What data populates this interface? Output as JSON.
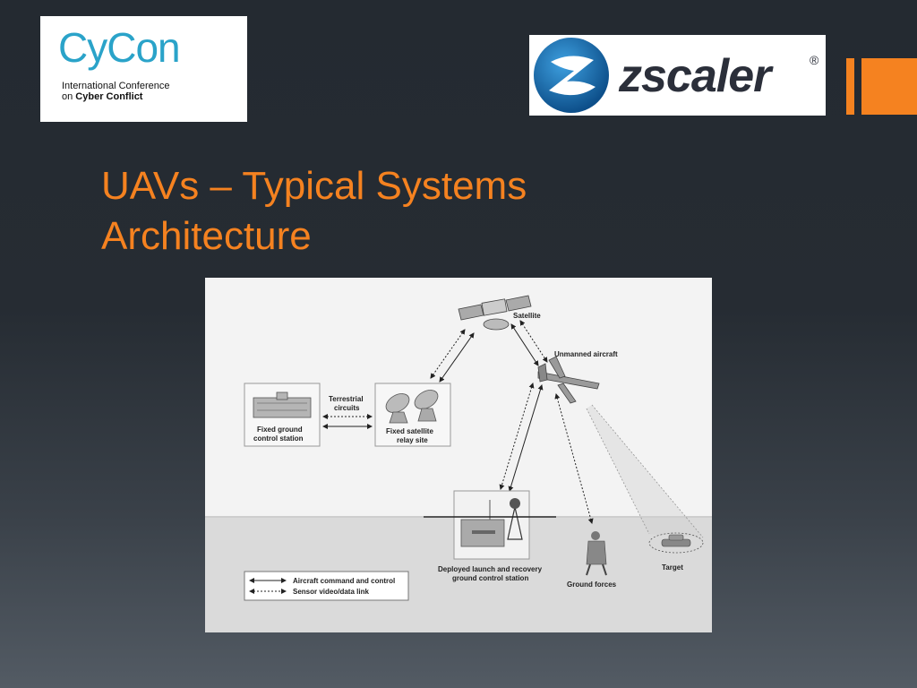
{
  "slide": {
    "title_line1": "UAVs – Typical Systems",
    "title_line2": "Architecture"
  },
  "logos": {
    "cycon": {
      "wordmark": "CyCon",
      "subtitle_line1": "International Conference",
      "subtitle_line2_prefix": "on ",
      "subtitle_line2_bold": "Cyber Conflict"
    },
    "zscaler": {
      "wordmark": "zscaler",
      "registered": "®"
    }
  },
  "diagram": {
    "labels": {
      "satellite": "Satellite",
      "unmanned_aircraft": "Unmanned aircraft",
      "terrestrial_circuits_1": "Terrestrial",
      "terrestrial_circuits_2": "circuits",
      "fixed_ground_1": "Fixed ground",
      "fixed_ground_2": "control station",
      "relay_1": "Fixed satellite",
      "relay_2": "relay site",
      "deployed_1": "Deployed launch and recovery",
      "deployed_2": "ground control station",
      "ground_forces": "Ground forces",
      "target": "Target"
    },
    "legend": [
      {
        "label": "Aircraft command and control",
        "style": "solid"
      },
      {
        "label": "Sensor video/data link",
        "style": "dashed"
      }
    ]
  },
  "colors": {
    "accent": "#f58220",
    "cycon_blue": "#2aa3c9",
    "zscaler_blue": "#1e73b8"
  }
}
